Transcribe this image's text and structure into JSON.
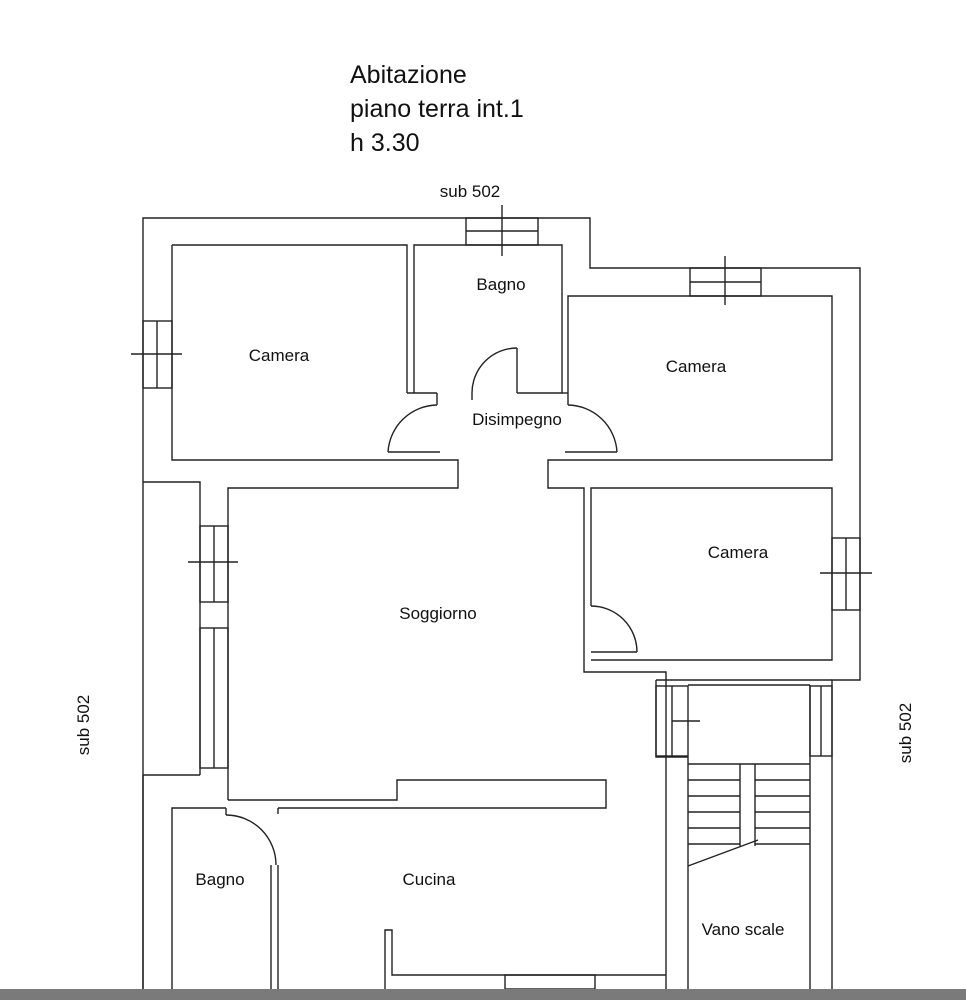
{
  "title": {
    "line1": "Abitazione",
    "line2": "piano terra int.1",
    "line3": "h 3.30"
  },
  "neighbors": {
    "top": "sub 502",
    "left": "sub 502",
    "right": "sub 502"
  },
  "rooms": {
    "camera_top_left": "Camera",
    "bagno_top": "Bagno",
    "camera_top_right": "Camera",
    "disimpegno": "Disimpegno",
    "camera_right": "Camera",
    "soggiorno": "Soggiorno",
    "bagno_bottom": "Bagno",
    "cucina": "Cucina",
    "vano_scale": "Vano scale"
  },
  "colors": {
    "line": "#222222",
    "background": "#ffffff",
    "bottom_bar": "#7a7a7a"
  }
}
